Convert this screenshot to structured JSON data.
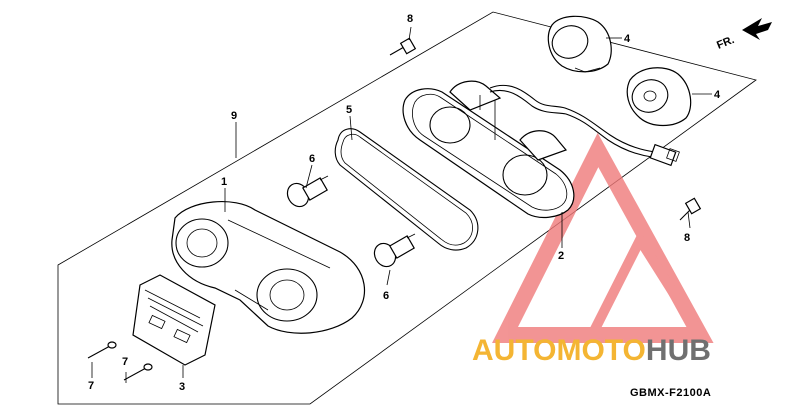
{
  "diagram": {
    "callouts": [
      {
        "id": "c1",
        "label": "1"
      },
      {
        "id": "c2",
        "label": "2"
      },
      {
        "id": "c3",
        "label": "3"
      },
      {
        "id": "c4a",
        "label": "4"
      },
      {
        "id": "c4b",
        "label": "4"
      },
      {
        "id": "c5",
        "label": "5"
      },
      {
        "id": "c6a",
        "label": "6"
      },
      {
        "id": "c6b",
        "label": "6"
      },
      {
        "id": "c7a",
        "label": "7"
      },
      {
        "id": "c7b",
        "label": "7"
      },
      {
        "id": "c8a",
        "label": "8"
      },
      {
        "id": "c8b",
        "label": "8"
      },
      {
        "id": "c9",
        "label": "9"
      }
    ],
    "direction_label": "FR.",
    "diagram_code": "GBMX-F2100A"
  },
  "watermark": {
    "text": "AUTOMOTOHUB",
    "part1": "AUTO",
    "part2": "MOTO",
    "part3": "HUB",
    "colors": {
      "auto": "#f4b533",
      "moto": "#f4b533",
      "hub": "#707070",
      "triangle": "#f07a7a"
    }
  }
}
